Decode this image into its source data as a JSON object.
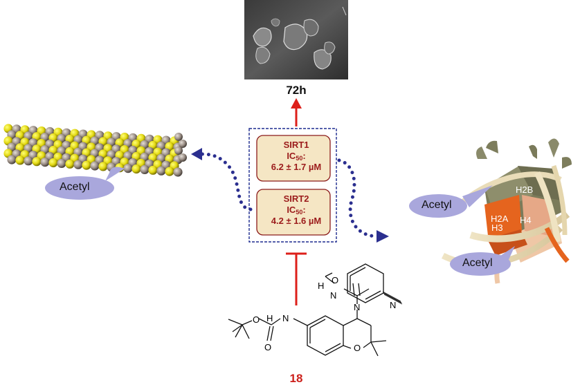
{
  "time_label": "72h",
  "compound_number": "18",
  "sirt1": {
    "name": "SIRT1",
    "ic_label": "IC",
    "ic_sub": "50",
    "ic_colon": ":",
    "value": "6.2 ± 1.7 µM"
  },
  "sirt2": {
    "name": "SIRT2",
    "ic_label": "IC",
    "ic_sub": "50",
    "ic_colon": ":",
    "value": "4.2 ± 1.6 µM"
  },
  "acetyl_tubulin": "Acetyl",
  "acetyl_histone_upper": "Acetyl",
  "acetyl_histone_lower": "Acetyl",
  "histones": {
    "h2a": "H2A",
    "h2b": "H2B",
    "h3": "H3",
    "h4": "H4"
  },
  "structure_atoms": {
    "nitrogen": "N",
    "hydrogen": "H",
    "oxygen": "O"
  },
  "colors": {
    "inhibition_red": "#dd1f1a",
    "dotted_arrow": "#2b2f8f",
    "card_fill": "#f5e6c4",
    "card_border": "#8b1a1a",
    "h3_orange": "#e5641e",
    "tubulin_yellow": "#e8e020",
    "tubulin_grey": "#9a8f86"
  }
}
